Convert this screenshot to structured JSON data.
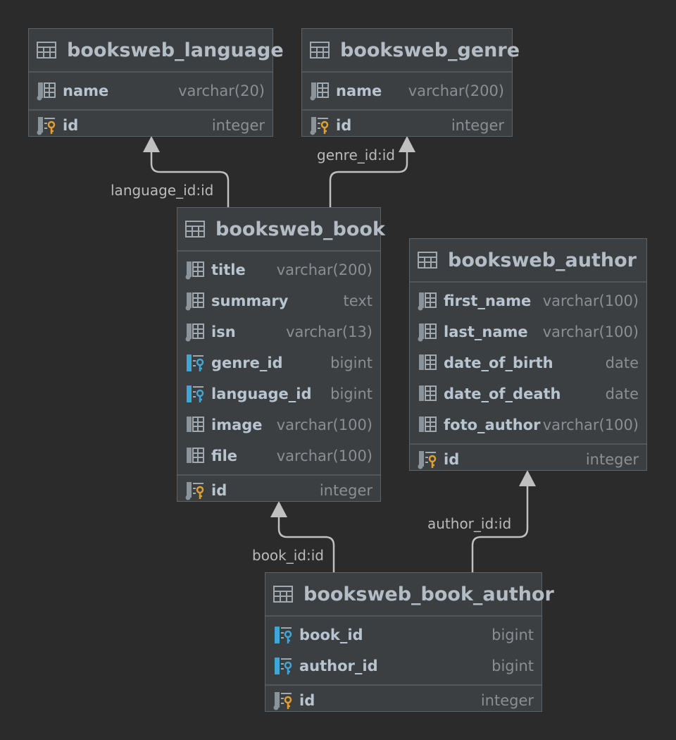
{
  "tables": {
    "language": {
      "name": "booksweb_language",
      "columns": [
        {
          "name": "name",
          "type": "varchar(20)",
          "kind": "column"
        }
      ],
      "pk": {
        "name": "id",
        "type": "integer"
      }
    },
    "genre": {
      "name": "booksweb_genre",
      "columns": [
        {
          "name": "name",
          "type": "varchar(200)",
          "kind": "column"
        }
      ],
      "pk": {
        "name": "id",
        "type": "integer"
      }
    },
    "book": {
      "name": "booksweb_book",
      "columns": [
        {
          "name": "title",
          "type": "varchar(200)",
          "kind": "column"
        },
        {
          "name": "summary",
          "type": "text",
          "kind": "column"
        },
        {
          "name": "isn",
          "type": "varchar(13)",
          "kind": "column"
        },
        {
          "name": "genre_id",
          "type": "bigint",
          "kind": "foreign-key"
        },
        {
          "name": "language_id",
          "type": "bigint",
          "kind": "foreign-key"
        },
        {
          "name": "image",
          "type": "varchar(100)",
          "kind": "nullable-column"
        },
        {
          "name": "file",
          "type": "varchar(100)",
          "kind": "nullable-column"
        }
      ],
      "pk": {
        "name": "id",
        "type": "integer"
      }
    },
    "author": {
      "name": "booksweb_author",
      "columns": [
        {
          "name": "first_name",
          "type": "varchar(100)",
          "kind": "column"
        },
        {
          "name": "last_name",
          "type": "varchar(100)",
          "kind": "column"
        },
        {
          "name": "date_of_birth",
          "type": "date",
          "kind": "nullable-column"
        },
        {
          "name": "date_of_death",
          "type": "date",
          "kind": "nullable-column"
        },
        {
          "name": "foto_author",
          "type": "varchar(100)",
          "kind": "nullable-column"
        }
      ],
      "pk": {
        "name": "id",
        "type": "integer"
      }
    },
    "book_author": {
      "name": "booksweb_book_author",
      "columns": [
        {
          "name": "book_id",
          "type": "bigint",
          "kind": "foreign-key"
        },
        {
          "name": "author_id",
          "type": "bigint",
          "kind": "foreign-key"
        }
      ],
      "pk": {
        "name": "id",
        "type": "integer"
      }
    }
  },
  "relations": {
    "language": "language_id:id",
    "genre": "genre_id:id",
    "book": "book_id:id",
    "author": "author_id:id"
  },
  "colors": {
    "background": "#2b2b2b",
    "table_fill": "#3c3f41",
    "table_border": "#5f6366",
    "edge": "#c0c0c0",
    "key_gold": "#e0a030",
    "key_blue": "#41a6d6"
  },
  "icons": {
    "table": "table-icon",
    "column": "column-icon",
    "nullable_column": "nullable-column-icon",
    "foreign_key": "foreign-key-icon",
    "primary_key": "primary-key-icon"
  }
}
